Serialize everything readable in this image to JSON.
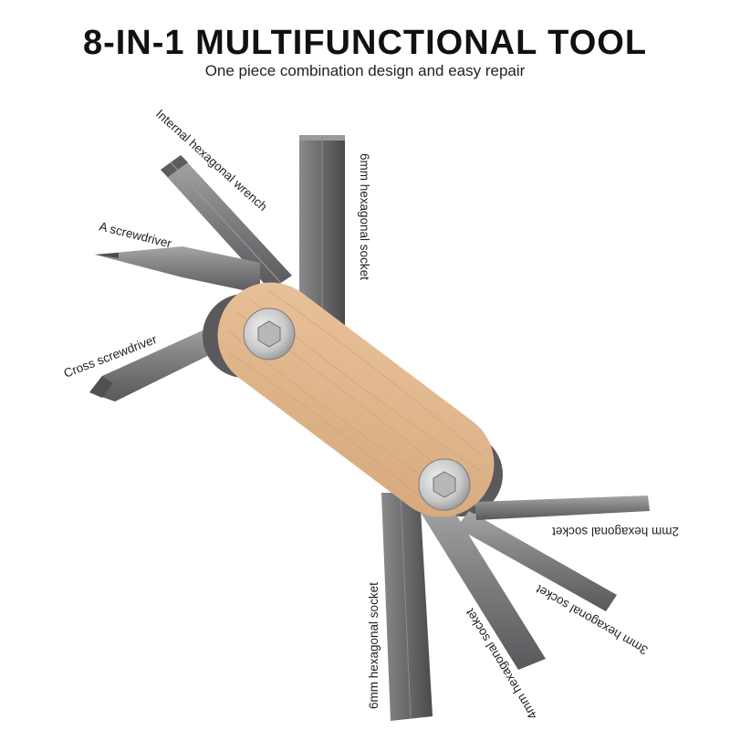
{
  "header": {
    "title": "8-IN-1 MULTIFUNCTIONAL TOOL",
    "subtitle": "One piece combination design and easy repair"
  },
  "labels": {
    "internal_hex_wrench": "Internal hexagonal wrench",
    "screwdriver": "A screwdriver",
    "cross_screwdriver": "Cross screwdriver",
    "hex_6mm_top": "6mm hexagonal socket",
    "hex_2mm": "2mm hexagonal socket",
    "hex_3mm": "3mm hexagonal socket",
    "hex_4mm": "4mm hexagonal socket",
    "hex_6mm_bottom": "6mm hexagonal socket"
  },
  "colors": {
    "text": "#222222",
    "steel": "#6e6e70",
    "wood": "#e2b98f"
  }
}
